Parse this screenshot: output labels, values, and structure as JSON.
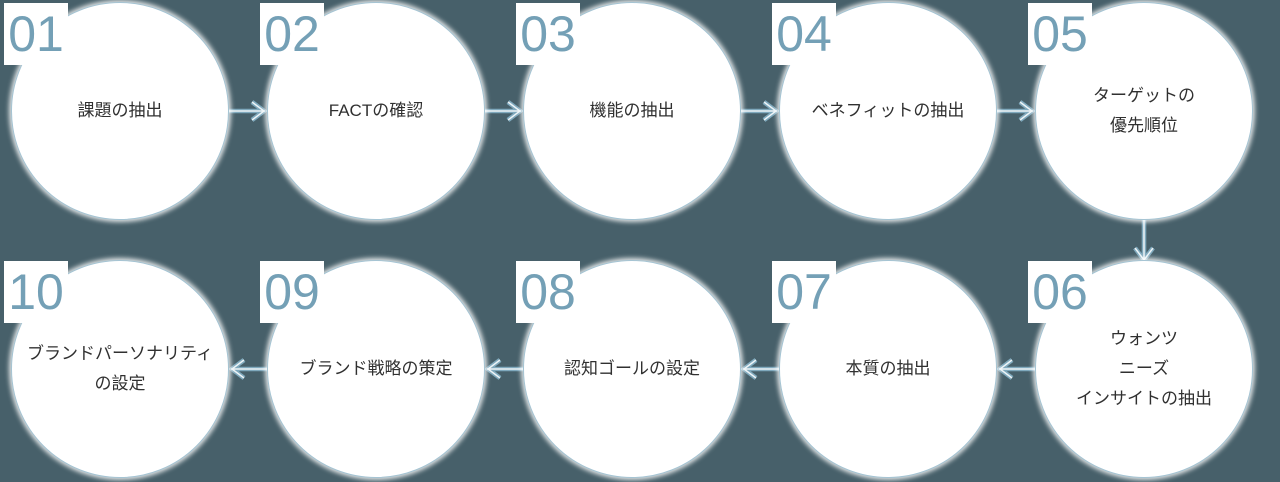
{
  "diagram": {
    "colors": {
      "background": "#47606a",
      "circle_fill": "#ffffff",
      "circle_border": "#a5c4d3",
      "number": "#74a0b6",
      "arrow": "#7fa9bd",
      "arrow_core": "#edf4f7",
      "text": "#303030"
    },
    "steps": [
      {
        "number": "01",
        "lines": [
          "課題の抽出"
        ]
      },
      {
        "number": "02",
        "lines": [
          "FACTの確認"
        ]
      },
      {
        "number": "03",
        "lines": [
          "機能の抽出"
        ]
      },
      {
        "number": "04",
        "lines": [
          "ベネフィットの抽出"
        ]
      },
      {
        "number": "05",
        "lines": [
          "ターゲットの",
          "優先順位"
        ]
      },
      {
        "number": "06",
        "lines": [
          "ウォンツ",
          "ニーズ",
          "インサイトの抽出"
        ]
      },
      {
        "number": "07",
        "lines": [
          "本質の抽出"
        ]
      },
      {
        "number": "08",
        "lines": [
          "認知ゴールの設定"
        ]
      },
      {
        "number": "09",
        "lines": [
          "ブランド戦略の策定"
        ]
      },
      {
        "number": "10",
        "lines": [
          "ブランドパーソナリティ",
          "の設定"
        ]
      }
    ]
  }
}
